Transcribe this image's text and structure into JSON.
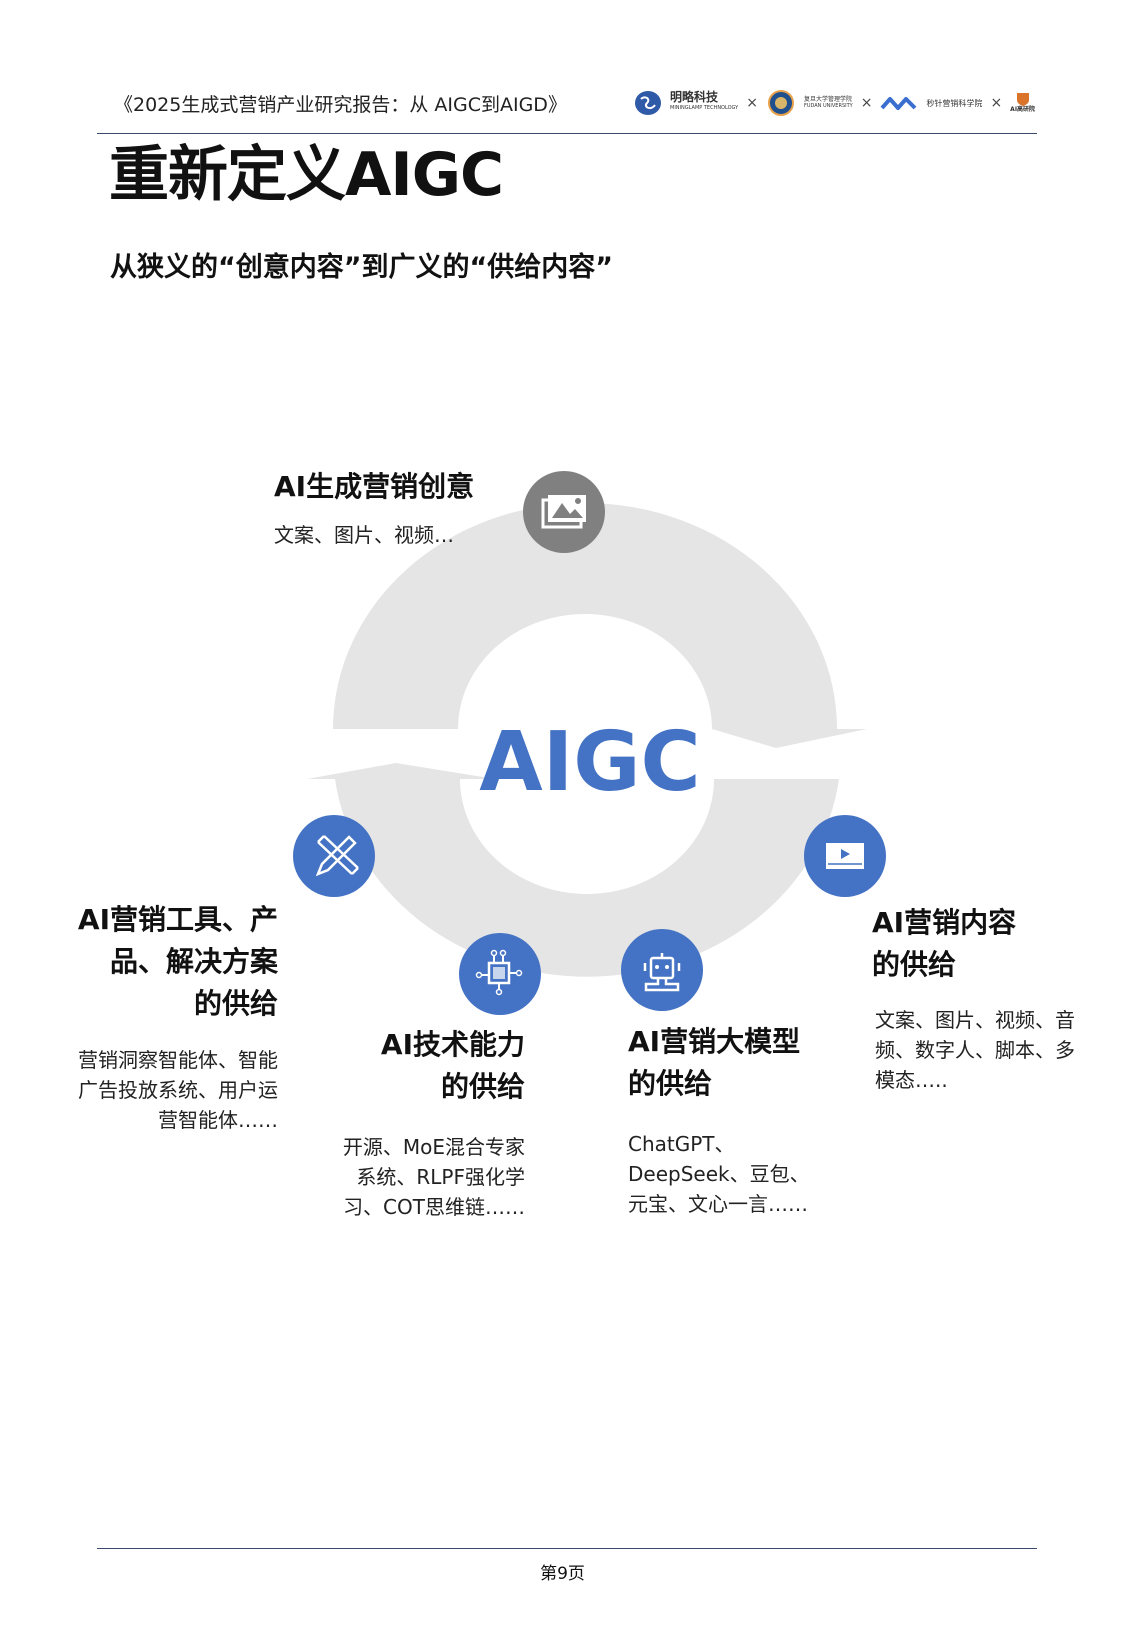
{
  "header": {
    "report_title": "《2025生成式营销产业研究报告：从 AIGC到AIGD》",
    "logos": [
      {
        "name": "明略科技",
        "sub": "MININGLAMP TECHNOLOGY"
      },
      {
        "name": "复旦大学管理学院",
        "sub": "FUDAN UNIVERSITY"
      },
      {
        "name": "秒针营销科学院"
      },
      {
        "name": "AI高研院"
      }
    ],
    "separator": "×"
  },
  "page": {
    "title": "重新定义AIGC",
    "subtitle": "从狭义的“创意内容”到广义的“供给内容”"
  },
  "diagram": {
    "center_label": "AIGC",
    "colors": {
      "accent": "#4472C4",
      "ring": "#E5E5E5",
      "top_icon": "#808080"
    },
    "nodes": [
      {
        "icon": "image-icon",
        "heading": [
          "AI生成营销创意"
        ],
        "desc": [
          "文案、图片、视频…"
        ]
      },
      {
        "icon": "pencil-ruler-icon",
        "heading": [
          "AI营销工具、产",
          "品、解决方案",
          "的供给"
        ],
        "desc": [
          "营销洞察智能体、智能",
          "广告投放系统、用户运",
          "营智能体……"
        ]
      },
      {
        "icon": "chip-icon",
        "heading": [
          "AI技术能力",
          "的供给"
        ],
        "desc": [
          "开源、MoE混合专家",
          "系统、RLPF强化学",
          "习、COT思维链……"
        ]
      },
      {
        "icon": "robot-icon",
        "heading": [
          "AI营销大模型",
          "的供给"
        ],
        "desc": [
          "ChatGPT、",
          "DeepSeek、豆包、",
          "元宝、文心一言……"
        ]
      },
      {
        "icon": "video-player-icon",
        "heading": [
          "AI营销内容",
          "的供给"
        ],
        "desc": [
          "文案、图片、视频、音",
          "频、数字人、脚本、多",
          "模态….."
        ]
      }
    ]
  },
  "footer": {
    "page_label": "第9页"
  }
}
